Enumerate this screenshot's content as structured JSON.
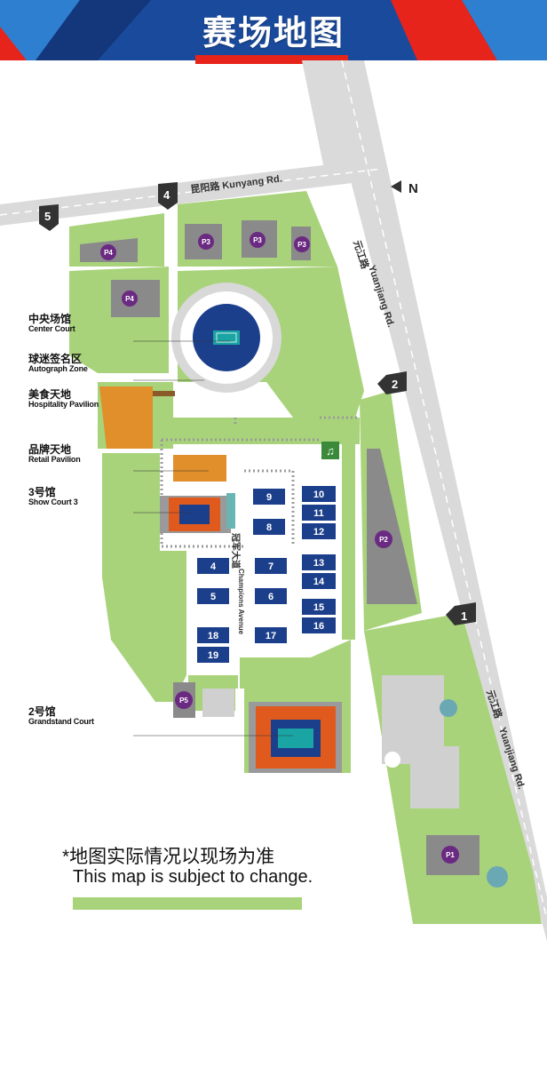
{
  "header": {
    "title": "赛场地图"
  },
  "compass": {
    "label": "N"
  },
  "roads": {
    "kunyang": "昆阳路  Kunyang Rd.",
    "yuanjiang_top_cn": "元江路",
    "yuanjiang_top_en": "Yuanjiang Rd.",
    "yuanjiang_bottom_cn": "元江路",
    "yuanjiang_bottom_en": "Yuanjiang Rd.",
    "champions_cn": "冠军大道",
    "champions_en": "Champions Avenue"
  },
  "gates": [
    "1",
    "2",
    "4",
    "5"
  ],
  "parking": [
    "P4",
    "P4",
    "P3",
    "P3",
    "P3",
    "P2",
    "P5",
    "P1"
  ],
  "venues": [
    {
      "cn": "中央场馆",
      "en": "Center Court"
    },
    {
      "cn": "球迷签名区",
      "en": "Autograph Zone"
    },
    {
      "cn": "美食天地",
      "en": "Hospitality Pavilion"
    },
    {
      "cn": "品牌天地",
      "en": "Retail Pavilion"
    },
    {
      "cn": "3号馆",
      "en": "Show Court 3"
    },
    {
      "cn": "2号馆",
      "en": "Grandstand Court"
    }
  ],
  "courts": [
    "9",
    "8",
    "10",
    "11",
    "12",
    "7",
    "6",
    "4",
    "5",
    "13",
    "14",
    "15",
    "16",
    "18",
    "19",
    "17"
  ],
  "note": {
    "cn": "*地图实际情况以现场为准",
    "en": "This map is subject to change."
  },
  "colors": {
    "green": "#a8d37a",
    "road": "#d9d9d9",
    "navy": "#1c3f8c",
    "orange": "#e05a1e",
    "hospitality": "#e08f2a",
    "purple": "#6b2a82",
    "red": "#e6241b"
  }
}
